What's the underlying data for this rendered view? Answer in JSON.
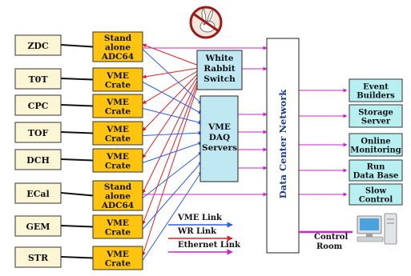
{
  "detectors": [
    "ZDC",
    "T0T",
    "CPC",
    "TOF",
    "DCH",
    "ECal",
    "GEM",
    "STR"
  ],
  "readout": [
    [
      "Stand",
      "alone",
      "ADC64"
    ],
    [
      "VME",
      "Crate"
    ],
    [
      "VME",
      "Crate"
    ],
    [
      "VME",
      "Crate"
    ],
    [
      "VME",
      "Crate"
    ],
    [
      "Stand",
      "alone",
      "ADC64"
    ],
    [
      "VME",
      "Crate"
    ],
    [
      "VME",
      "Crate"
    ]
  ],
  "white_rabbit": [
    "White",
    "Rabbit",
    "Switch"
  ],
  "daq": [
    "VME",
    "DAQ",
    "Servers"
  ],
  "network": "Data Center Network",
  "outputs": [
    [
      "Event",
      "Builders"
    ],
    [
      "Storage",
      "Server"
    ],
    [
      "Online",
      "Monitoring"
    ],
    [
      "Run",
      "Data Base"
    ],
    [
      "Slow",
      "Control"
    ]
  ],
  "control_room": [
    "Control",
    "Room"
  ],
  "legend": {
    "vme_link": "VME Link",
    "wr_link": "WR Link",
    "ethernet_link": "Ethernet Link"
  },
  "colors": {
    "vme_link": "#2a5ee8",
    "wr_link": "#e02020",
    "ethernet_link": "#cc22cc",
    "readout_fill": "#ffc410",
    "server_fill": "#bfe8f2",
    "output_fill": "#b8f0f2",
    "detector_fill": "#fdf6d6"
  },
  "icons": {
    "logo": "rabbit-logo-icon",
    "computer": "computer-workstation-icon"
  }
}
